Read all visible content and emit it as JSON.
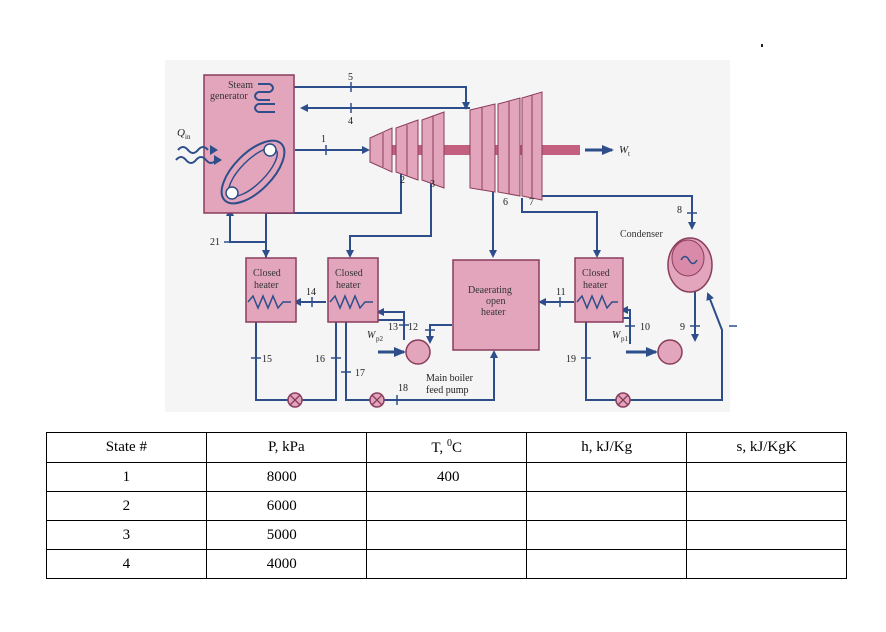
{
  "diagram": {
    "steam_generator_label": [
      "Steam",
      "generator"
    ],
    "q_in_label": "Q",
    "q_in_sub": "in",
    "wt_label": "W",
    "wt_sub": "t",
    "wp1_label": "W",
    "wp1_sub": "p1",
    "wp2_label": "W",
    "wp2_sub": "p2",
    "condenser_label": "Condenser",
    "closed_heater_1": [
      "Closed",
      "heater"
    ],
    "closed_heater_2": [
      "Closed",
      "heater"
    ],
    "closed_heater_3": [
      "Closed",
      "heater"
    ],
    "deaerator_label": [
      "Deaerating",
      "open",
      "heater"
    ],
    "main_pump_label": [
      "Main boiler",
      "feed pump"
    ],
    "state_numbers": [
      "1",
      "2",
      "3",
      "4",
      "5",
      "6",
      "7",
      "8",
      "9",
      "10",
      "11",
      "12",
      "13",
      "14",
      "15",
      "16",
      "17",
      "18",
      "19",
      "21"
    ],
    "colors": {
      "equipment": "#e3a5bc",
      "equipment_dark": "#c26d8c",
      "pipe": "#2d4e8a",
      "shaft": "#c4607f"
    }
  },
  "table": {
    "headers": [
      "State #",
      "P, kPa",
      "T, ",
      "h, kJ/Kg",
      "s, kJ/KgK"
    ],
    "temp_degree": "0",
    "temp_unit": "C",
    "rows": [
      {
        "state": "1",
        "p": "8000",
        "t": "400",
        "h": "",
        "s": ""
      },
      {
        "state": "2",
        "p": "6000",
        "t": "",
        "h": "",
        "s": ""
      },
      {
        "state": "3",
        "p": "5000",
        "t": "",
        "h": "",
        "s": ""
      },
      {
        "state": "4",
        "p": "4000",
        "t": "",
        "h": "",
        "s": ""
      }
    ]
  }
}
